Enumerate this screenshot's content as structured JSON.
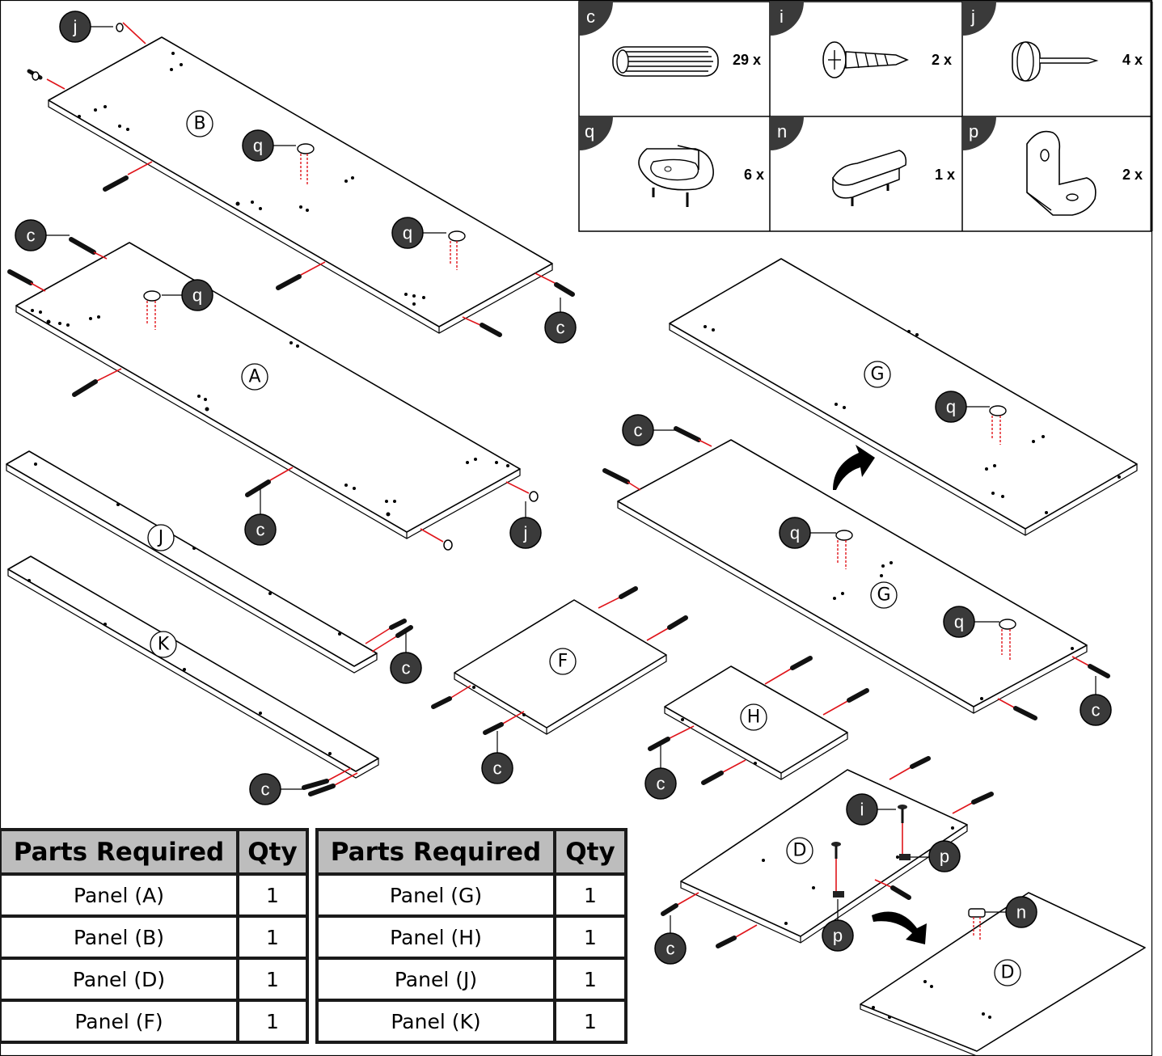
{
  "hardware_table": {
    "items": [
      {
        "letter": "c",
        "qty": "29 x",
        "icon": "wood-dowel"
      },
      {
        "letter": "i",
        "qty": "2 x",
        "icon": "screw"
      },
      {
        "letter": "j",
        "qty": "4 x",
        "icon": "nail"
      },
      {
        "letter": "q",
        "qty": "6 x",
        "icon": "cam-lock"
      },
      {
        "letter": "n",
        "qty": "1 x",
        "icon": "plastic-glide"
      },
      {
        "letter": "p",
        "qty": "2 x",
        "icon": "l-bracket"
      }
    ]
  },
  "panel_labels": {
    "A": "A",
    "B": "B",
    "D": "D",
    "F": "F",
    "G": "G",
    "H": "H",
    "J": "J",
    "K": "K"
  },
  "callouts": {
    "c": "c",
    "i": "i",
    "j": "j",
    "n": "n",
    "p": "p",
    "q": "q"
  },
  "parts_tables": [
    {
      "header_part": "Parts Required",
      "header_qty": "Qty",
      "rows": [
        {
          "part": "Panel (A)",
          "qty": "1"
        },
        {
          "part": "Panel (B)",
          "qty": "1"
        },
        {
          "part": "Panel (D)",
          "qty": "1"
        },
        {
          "part": "Panel (F)",
          "qty": "1"
        }
      ]
    },
    {
      "header_part": "Parts Required",
      "header_qty": "Qty",
      "rows": [
        {
          "part": "Panel (G)",
          "qty": "1"
        },
        {
          "part": "Panel (H)",
          "qty": "1"
        },
        {
          "part": "Panel (J)",
          "qty": "1"
        },
        {
          "part": "Panel (K)",
          "qty": "1"
        }
      ]
    }
  ]
}
